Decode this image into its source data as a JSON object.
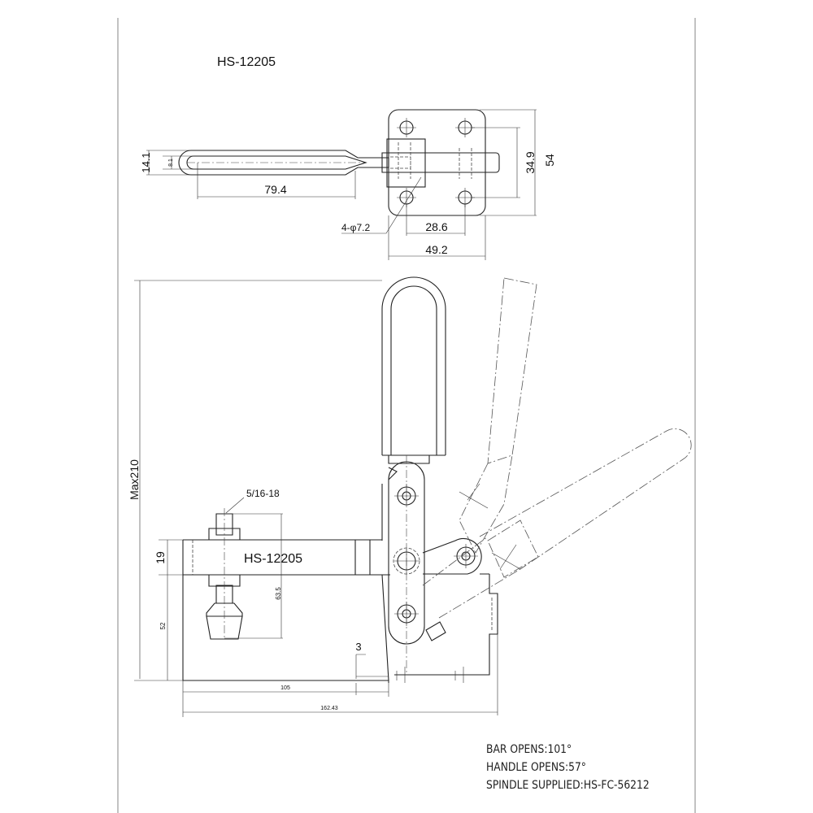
{
  "model": "HS-12205",
  "top_view": {
    "dims": {
      "handle_width": "14.1",
      "slot_width": "8.1",
      "handle_length": "79.4",
      "holes": "4-φ7.2",
      "hole_spacing_x": "28.6",
      "plate_width": "49.2",
      "hole_spacing_y": "34.9",
      "plate_height": "54"
    }
  },
  "side_view": {
    "bar_label": "HS-12205",
    "dims": {
      "max_height": "Max210",
      "bar_thickness": "19",
      "base_height": "52",
      "spindle_height": "63.5",
      "thread": "5/16-18",
      "gap": "3",
      "reach": "105",
      "overall_length": "162.43"
    }
  },
  "notes": [
    "BAR OPENS:101°",
    "HANDLE OPENS:57°",
    "SPINDLE SUPPLIED:HS-FC-56212"
  ]
}
